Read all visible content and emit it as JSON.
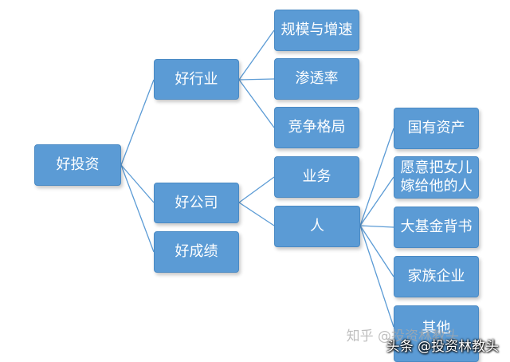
{
  "diagram": {
    "root": "好投资",
    "level1": {
      "industry": "好行业",
      "company": "好公司",
      "performance": "好成绩"
    },
    "industry_children": [
      "规模与增速",
      "渗透率",
      "竞争格局"
    ],
    "company_children": {
      "business": "业务",
      "people": "人"
    },
    "people_children": {
      "state_assets": "国有资产",
      "marry_line1": "愿意把女儿",
      "marry_line2": "嫁给他的人",
      "big_fund": "大基金背书",
      "family": "家族企业",
      "other": "其他"
    },
    "colors": {
      "node_fill": "#5b9bd5",
      "node_border": "#4a8ac4",
      "connector": "#5b9bd5",
      "text": "#ffffff"
    }
  },
  "watermarks": {
    "zhihu": "知乎 @投资林教头",
    "toutiao": "头条 @投资林教头"
  }
}
